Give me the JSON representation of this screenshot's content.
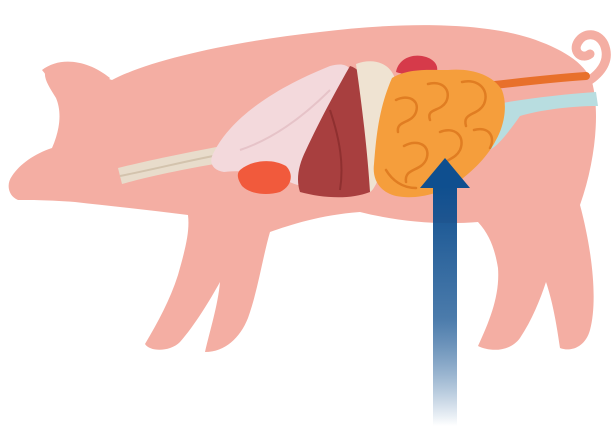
{
  "diagram": {
    "subject": "pig-anatomy-digestive",
    "colors": {
      "background": "#ffffff",
      "body": "#f4aea3",
      "esophagus": "#e8dccb",
      "lung": "#f3d9dc",
      "heart": "#f15a3c",
      "liver": "#a83f3f",
      "stomach": "#efe3d2",
      "spleen": "#d63a4a",
      "intestines": "#f59e3c",
      "intestines_shadow": "#e07d22",
      "colon": "#b8dde0",
      "vessel": "#e8702b",
      "arrow_top": "#0f4f8f",
      "arrow_bottom": "#ffffff"
    },
    "parts": [
      "body",
      "esophagus",
      "lungs",
      "heart",
      "liver",
      "stomach",
      "spleen",
      "small-intestine",
      "colon",
      "blood-vessel",
      "indicator-arrow"
    ],
    "arrow": {
      "direction": "up",
      "target": "small-intestine"
    }
  }
}
